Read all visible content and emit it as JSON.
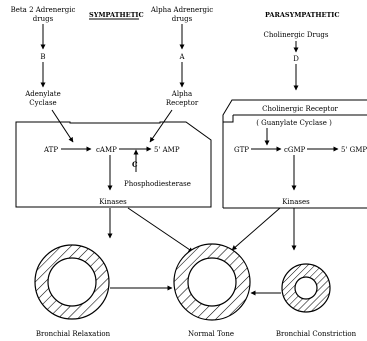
{
  "headers": {
    "sympathetic": "SYMPATHETIC",
    "parasympathetic": "PARASYMPATHETIC"
  },
  "drugs": {
    "beta2": [
      "Beta 2 Adrenergic",
      "drugs"
    ],
    "alpha": [
      "Alpha Adrenergic",
      "drugs"
    ],
    "cholinergic": "Cholinergic Drugs"
  },
  "letters": {
    "b": "B",
    "a": "A",
    "c": "C",
    "d": "D"
  },
  "sympathetic_box": {
    "adenylate_cyclase": [
      "Adenylate",
      "Cyclase"
    ],
    "alpha_receptor": [
      "Alpha",
      "Receptor"
    ],
    "atp": "ATP",
    "camp": "cAMP",
    "five_amp": "5' AMP",
    "phosphodiesterase": "Phosphodiesterase",
    "kinases": "Kinases"
  },
  "parasympathetic_box": {
    "cholinergic_receptor": "Cholinergic Receptor",
    "guanylate_cyclase": "( Guanylate Cyclase )",
    "gtp": "GTP",
    "cgmp": "cGMP",
    "five_gmp": "5' GMP",
    "kinases": "Kinases"
  },
  "outcomes": {
    "relaxation": "Bronchial Relaxation",
    "normal": "Normal Tone",
    "constriction": "Bronchial Constriction"
  }
}
